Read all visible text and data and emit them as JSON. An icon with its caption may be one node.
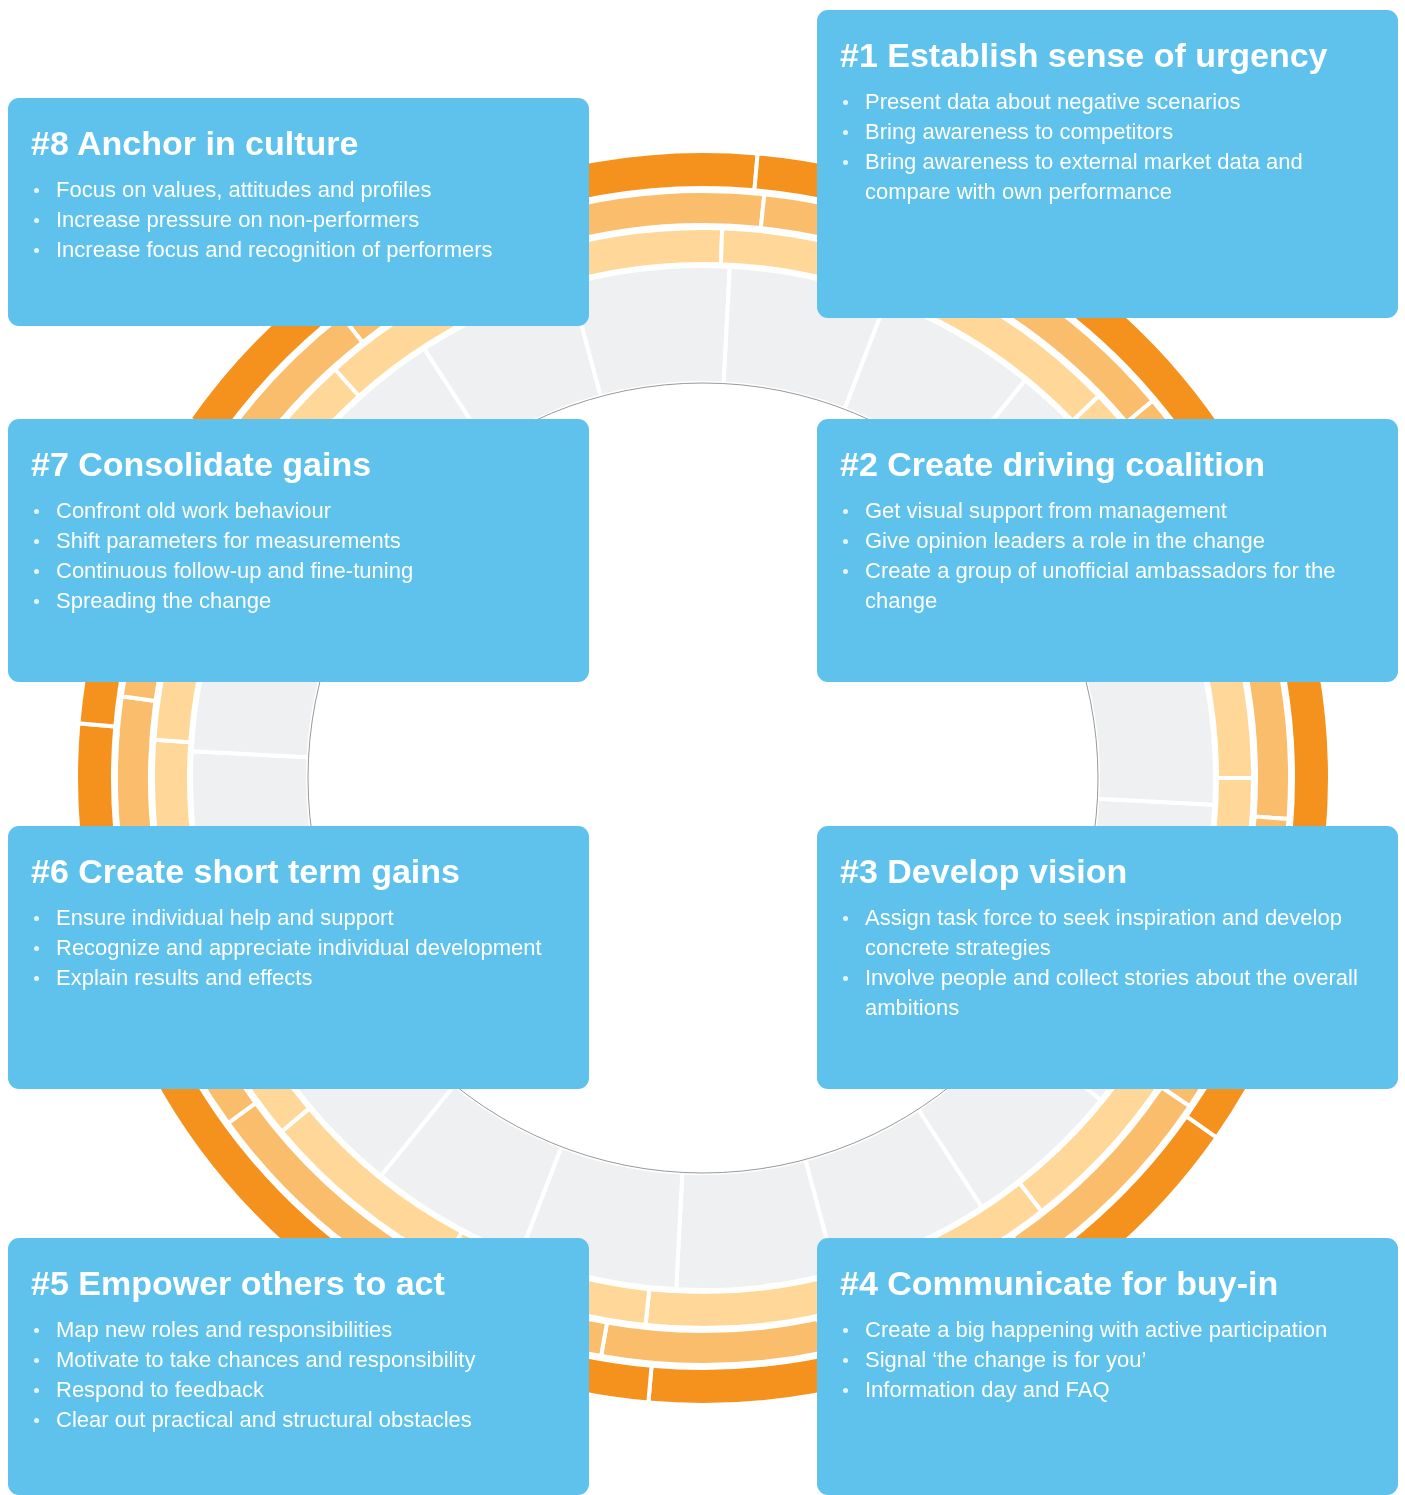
{
  "diagram": {
    "nodes": [
      {
        "text": [
          "#1 Establish sense of urgency",
          "Present data about negative scenarios",
          "Bring awareness to competitors",
          "Bring awareness to external market data and compare with own performance"
        ]
      },
      {
        "text": [
          "#2 Create driving coalition",
          "Get visual support from management",
          "Give opinion leaders a role in the change",
          "Create a group of unofficial ambassadors for the change"
        ]
      },
      {
        "text": [
          "#3 Develop vision",
          "Assign task force to seek inspiration and develop concrete strategies",
          "Involve people and collect stories about the overall ambitions"
        ]
      },
      {
        "text": [
          "#4 Communicate for buy-in",
          "Create a big happening with active participation",
          "Signal ‘the change is for you’",
          "Information day and FAQ"
        ]
      },
      {
        "text": [
          "#5 Empower others to act",
          "Map new roles and responsibilities",
          "Motivate to take chances and responsibility",
          "Respond to feedback",
          "Clear out practical and structural obstacles"
        ]
      },
      {
        "text": [
          "#6 Create short term gains",
          "Ensure individual help and support",
          "Recognize and appreciate individual development",
          "Explain results and effects"
        ]
      },
      {
        "text": [
          "#7 Consolidate gains",
          "Confront old work behaviour",
          "Shift parameters for measurements",
          "Continuous follow-up and fine-tuning",
          "Spreading the change"
        ]
      },
      {
        "text": [
          "#8 Anchor in culture",
          "Focus on values, attitudes and profiles",
          "Increase pressure on non-performers",
          "Increase focus and recognition of performers"
        ]
      }
    ]
  }
}
